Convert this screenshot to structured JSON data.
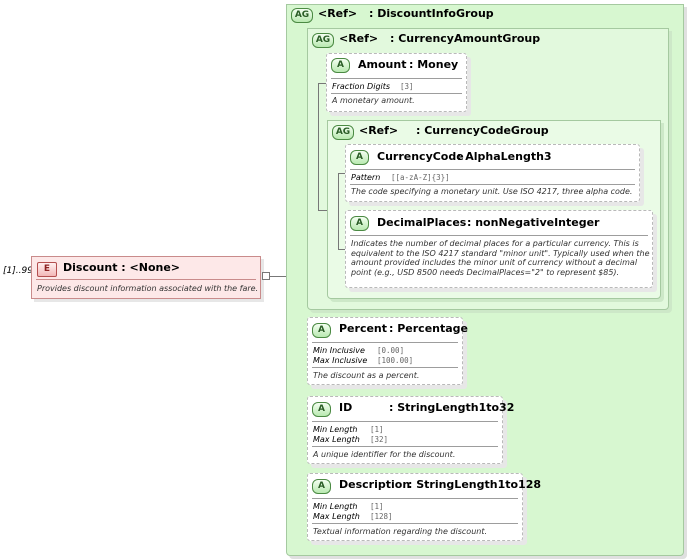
{
  "element": {
    "occurrence": "[1]..99",
    "badge": "E",
    "name": "Discount",
    "type": ": <None>",
    "doc": "Provides discount information associated with the fare."
  },
  "discount_info_group": {
    "badge": "AG",
    "ref": "<Ref>",
    "name": ": DiscountInfoGroup"
  },
  "currency_amount_group": {
    "badge": "AG",
    "ref": "<Ref>",
    "name": ": CurrencyAmountGroup"
  },
  "amount": {
    "badge": "A",
    "name": "Amount",
    "type": ": Money",
    "facets": [
      {
        "label": "Fraction Digits",
        "value": "[3]"
      }
    ],
    "doc": "A monetary amount."
  },
  "currency_code_group": {
    "badge": "AG",
    "ref": "<Ref>",
    "name": ": CurrencyCodeGroup"
  },
  "currency_code": {
    "badge": "A",
    "name": "CurrencyCode",
    "type": ": AlphaLength3",
    "facets": [
      {
        "label": "Pattern",
        "value": "[[a-zA-Z]{3}]"
      }
    ],
    "doc": "The code specifying a monetary unit. Use ISO 4217, three alpha code."
  },
  "decimal_places": {
    "badge": "A",
    "name": "DecimalPlaces",
    "type": ": nonNegativeInteger",
    "doc_lines": [
      "Indicates the number of decimal places for a particular currency. This is",
      "equivalent to the ISO 4217 standard \"minor unit\". Typically used when the",
      "amount provided includes the minor unit of currency without a decimal",
      "point (e.g., USD 8500 needs DecimalPlaces=\"2\" to represent $85)."
    ]
  },
  "percent": {
    "badge": "A",
    "name": "Percent",
    "type": ": Percentage",
    "facets": [
      {
        "label": "Min Inclusive",
        "value": "[0.00]"
      },
      {
        "label": "Max Inclusive",
        "value": "[100.00]"
      }
    ],
    "doc": "The discount as a percent."
  },
  "id": {
    "badge": "A",
    "name": "ID",
    "type": ": StringLength1to32",
    "facets": [
      {
        "label": "Min Length",
        "value": "[1]"
      },
      {
        "label": "Max Length",
        "value": "[32]"
      }
    ],
    "doc": "A unique identifier for the discount."
  },
  "description": {
    "badge": "A",
    "name": "Description",
    "type": ": StringLength1to128",
    "facets": [
      {
        "label": "Min Length",
        "value": "[1]"
      },
      {
        "label": "Max Length",
        "value": "[128]"
      }
    ],
    "doc": "Textual information regarding the discount."
  }
}
